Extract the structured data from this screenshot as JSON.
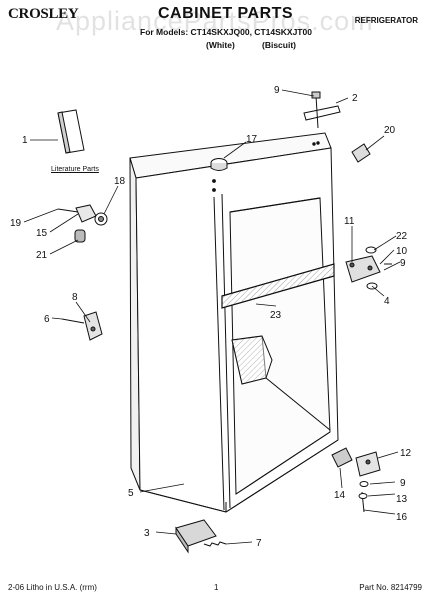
{
  "header": {
    "brand": "CROSLEY",
    "title": "CABINET PARTS",
    "appliance": "REFRIGERATOR",
    "models": "For Models: CT14SKXJQ00, CT14SKXJT00",
    "variant_white": "(White)",
    "variant_biscuit": "(Biscuit)",
    "watermark": "AppliancePartsPros.com"
  },
  "literature": {
    "label": "Literature Parts"
  },
  "footer": {
    "print_info": "2-06 Litho in U.S.A. (rrm)",
    "page_number": "1",
    "part_number": "Part No. 8214799"
  },
  "callouts": {
    "c1": "1",
    "c2": "2",
    "c3": "3",
    "c4": "4",
    "c5": "5",
    "c6": "6",
    "c7": "7",
    "c8": "8",
    "c9a": "9",
    "c9b": "9",
    "c9c": "9",
    "c10": "10",
    "c11": "11",
    "c12": "12",
    "c13": "13",
    "c14": "14",
    "c15": "15",
    "c16": "16",
    "c17": "17",
    "c18": "18",
    "c19": "19",
    "c20": "20",
    "c21": "21",
    "c22": "22",
    "c23": "23"
  }
}
